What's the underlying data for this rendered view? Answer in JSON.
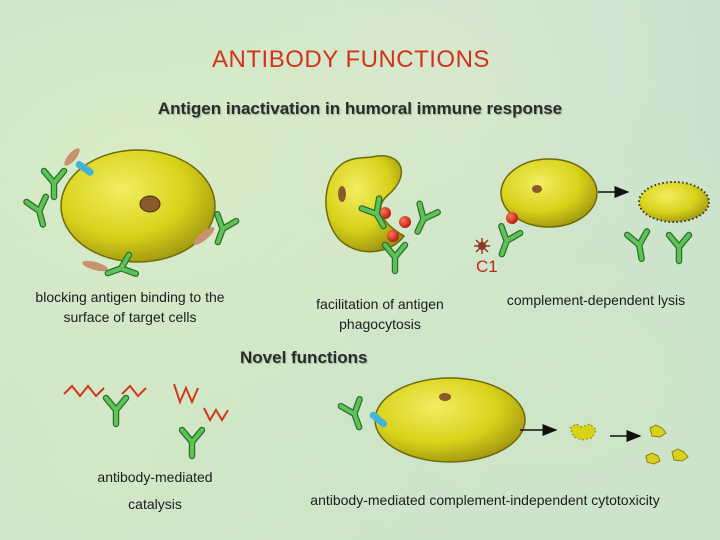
{
  "title": "ANTIBODY FUNCTIONS",
  "subtitle": "Antigen inactivation in humoral immune response",
  "c1_label": "C1",
  "labels": {
    "blocking": "blocking antigen binding to the surface of target cells",
    "phagocytosis": "facilitation of antigen phagocytosis",
    "lysis": "complement-dependent lysis",
    "catalysis_line1": "antibody-mediated",
    "catalysis_line2": "catalysis",
    "cytotoxicity": "antibody-mediated complement-independent cytotoxicity"
  },
  "novel_heading": "Novel functions",
  "colors": {
    "title": "#d4321a",
    "cell_yellow": "#d8d21a",
    "antibody_green": "#3c9a3a",
    "antigen_red": "#d22a1e",
    "background": "#c9e2cc"
  }
}
